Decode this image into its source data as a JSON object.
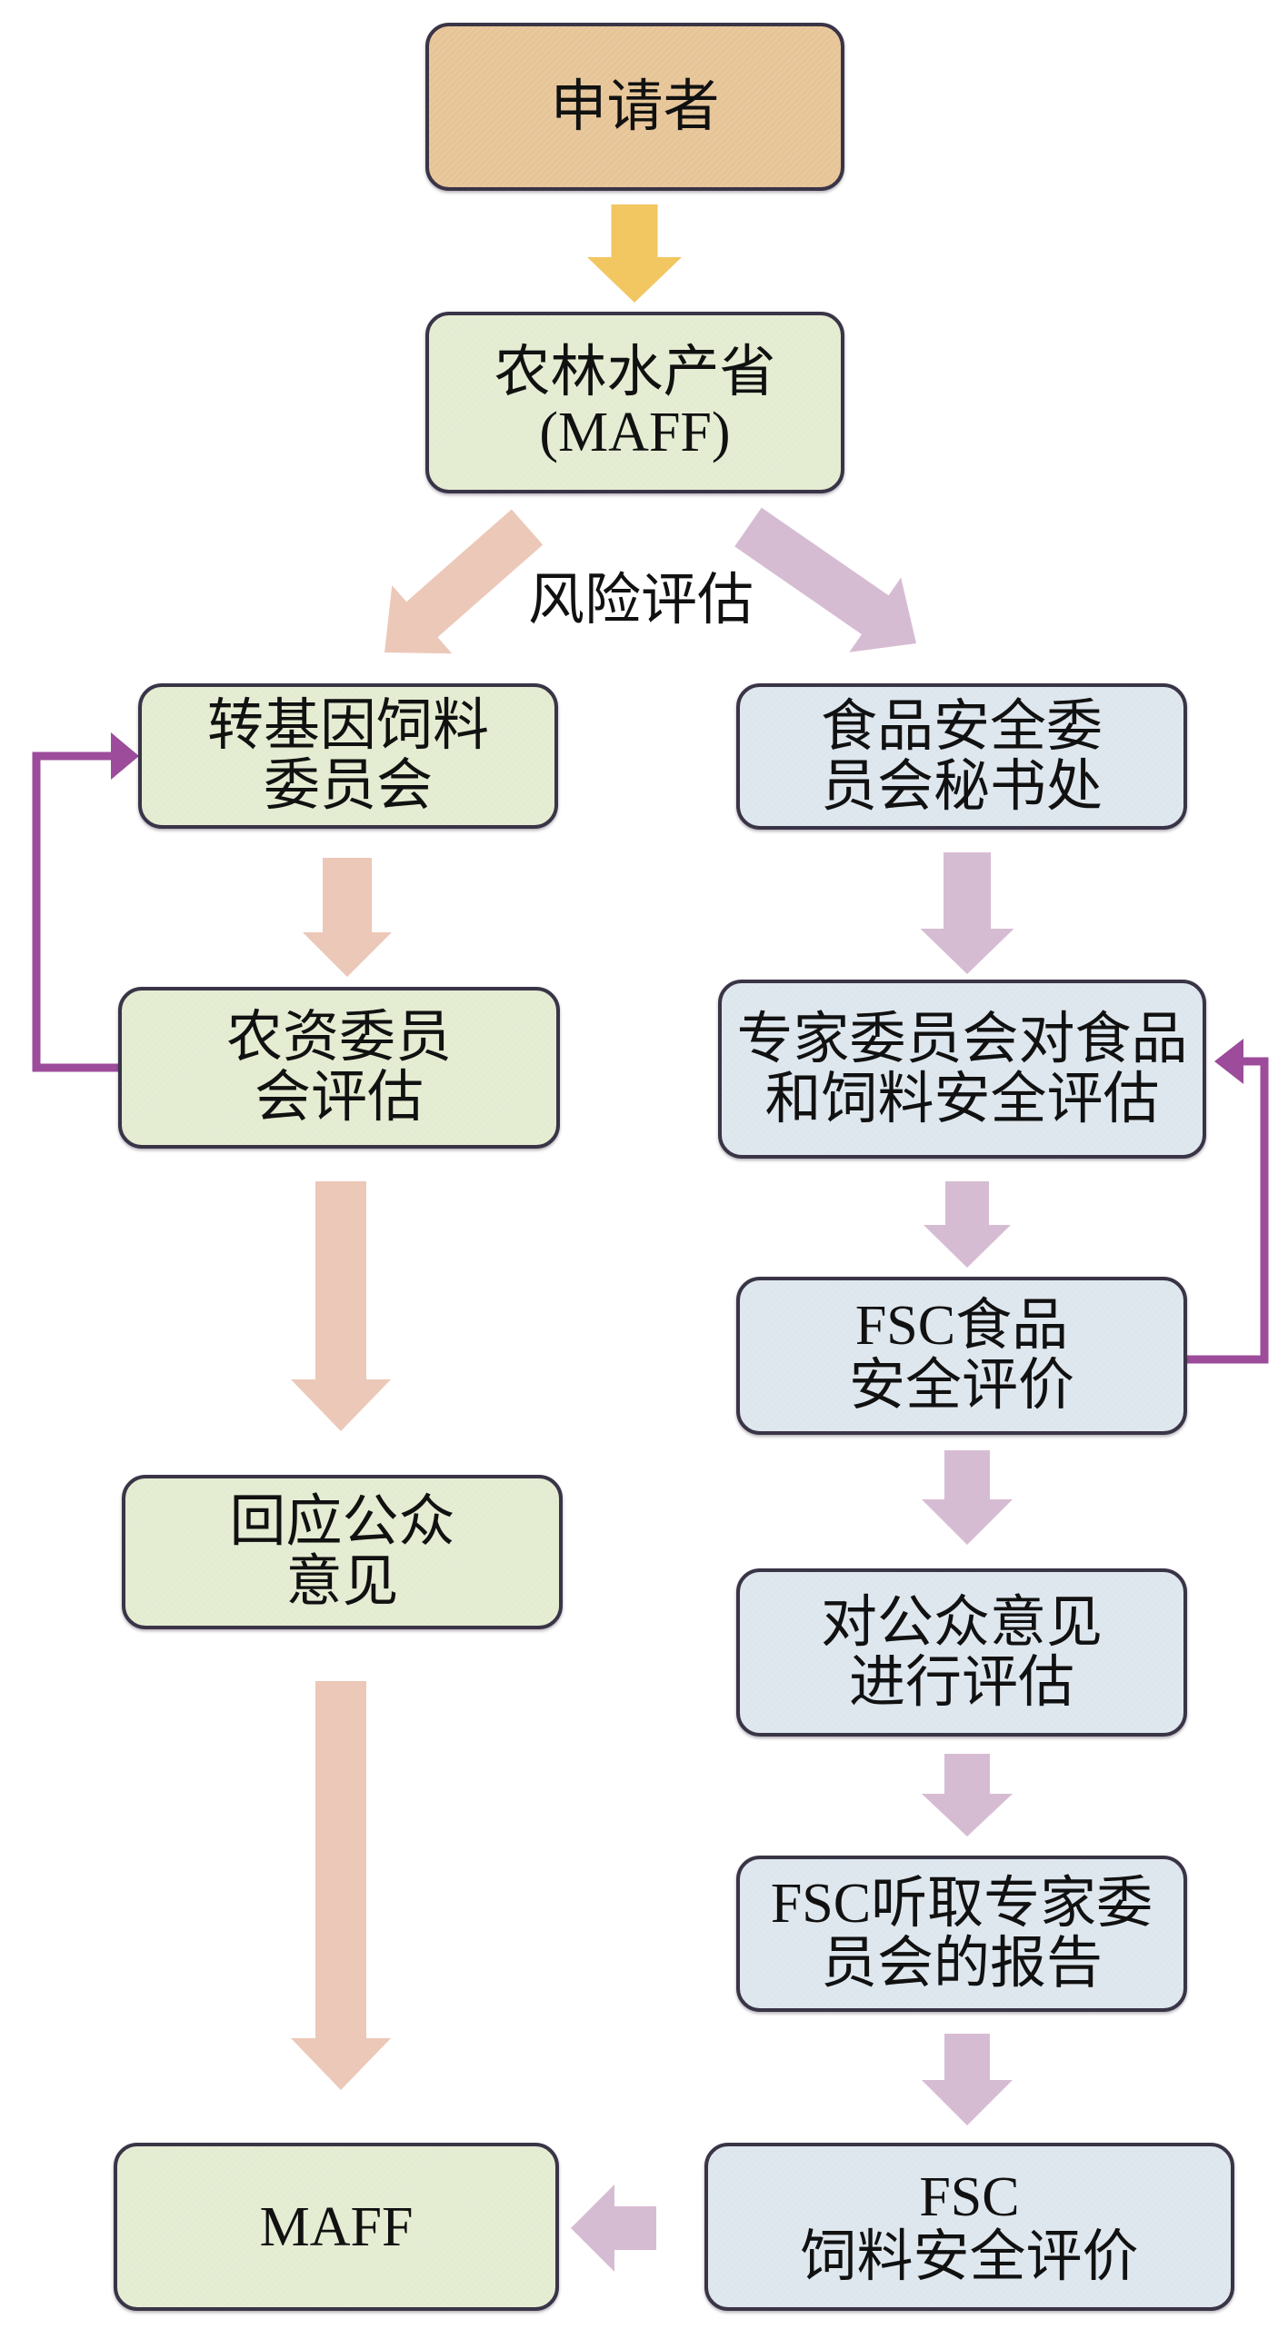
{
  "colors": {
    "applicant_fill": "#e6c496",
    "maff_fill": "#e3ebd0",
    "fsc_fill": "#dde6ed",
    "border": "#3a3447",
    "text": "#111111",
    "arrow_yellow": "#f2c661",
    "arrow_pink": "#ecc8b8",
    "arrow_purple": "#d6bcd2",
    "feedback_purple": "#9c4c9b"
  },
  "labels": {
    "risk_assessment": "风险评估"
  },
  "nodes": {
    "applicant": {
      "lines": [
        "申请者"
      ]
    },
    "maff_top": {
      "lines": [
        "农林水产省",
        "(MAFF)"
      ]
    },
    "gm_feed_committee": {
      "lines": [
        "转基因饲料",
        "委员会"
      ]
    },
    "agri_material_committee": {
      "lines": [
        "农资委员",
        "会评估"
      ]
    },
    "public_response": {
      "lines": [
        "回应公众",
        "意见"
      ]
    },
    "maff_final": {
      "lines": [
        "MAFF"
      ]
    },
    "fsc_secretariat": {
      "lines": [
        "食品安全委",
        "员会秘书处"
      ]
    },
    "expert_committee": {
      "lines": [
        "专家委员会对食品",
        "和饲料安全评估"
      ]
    },
    "fsc_food_eval": {
      "lines": [
        "FSC食品",
        "安全评价"
      ]
    },
    "public_comment_eval": {
      "lines": [
        "对公众意见",
        "进行评估"
      ]
    },
    "fsc_hearing": {
      "lines": [
        "FSC听取专家委",
        "员会的报告"
      ]
    },
    "fsc_feed_eval": {
      "lines": [
        "FSC",
        "饲料安全评价"
      ]
    }
  },
  "edges": [
    {
      "from": "applicant",
      "to": "maff_top",
      "kind": "yellow"
    },
    {
      "from": "maff_top",
      "to": "gm_feed_committee",
      "kind": "pink",
      "label": "风险评估"
    },
    {
      "from": "maff_top",
      "to": "fsc_secretariat",
      "kind": "purple",
      "label": "风险评估"
    },
    {
      "from": "gm_feed_committee",
      "to": "agri_material_committee",
      "kind": "pink"
    },
    {
      "from": "agri_material_committee",
      "to": "gm_feed_committee",
      "kind": "feedback"
    },
    {
      "from": "agri_material_committee",
      "to": "public_response",
      "kind": "pink"
    },
    {
      "from": "public_response",
      "to": "maff_final",
      "kind": "pink"
    },
    {
      "from": "fsc_secretariat",
      "to": "expert_committee",
      "kind": "purple"
    },
    {
      "from": "expert_committee",
      "to": "fsc_food_eval",
      "kind": "purple"
    },
    {
      "from": "fsc_food_eval",
      "to": "expert_committee",
      "kind": "feedback"
    },
    {
      "from": "fsc_food_eval",
      "to": "public_comment_eval",
      "kind": "purple"
    },
    {
      "from": "public_comment_eval",
      "to": "fsc_hearing",
      "kind": "purple"
    },
    {
      "from": "fsc_hearing",
      "to": "fsc_feed_eval",
      "kind": "purple"
    },
    {
      "from": "fsc_feed_eval",
      "to": "maff_final",
      "kind": "purple"
    }
  ]
}
